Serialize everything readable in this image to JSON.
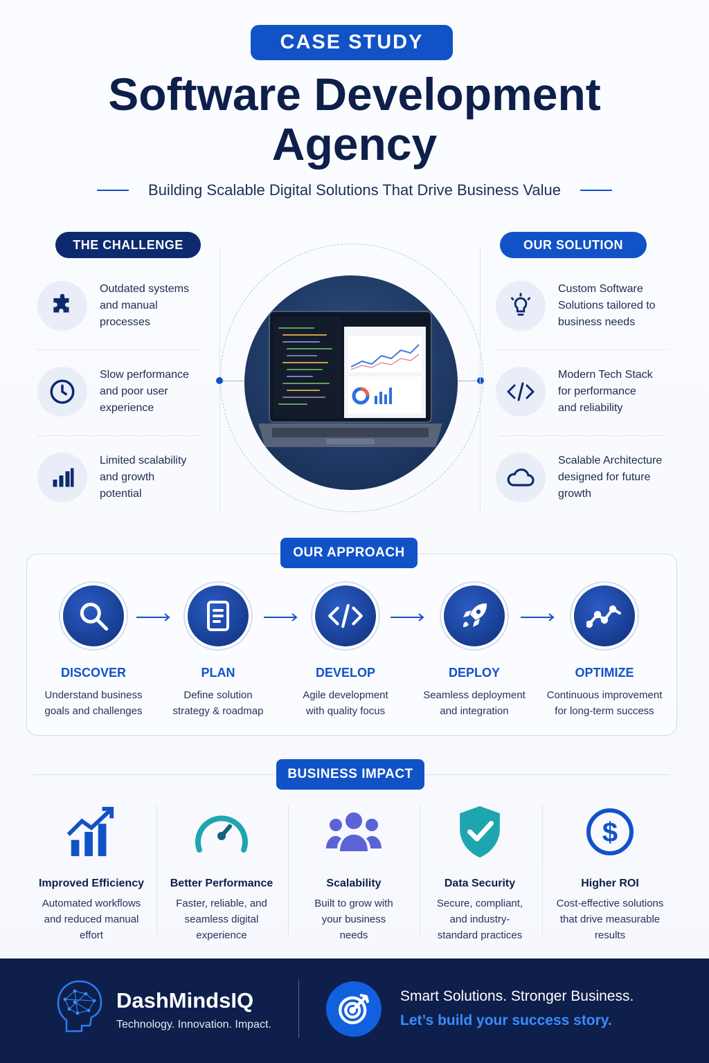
{
  "header": {
    "badge": "CASE STUDY",
    "title_line1": "Software Development",
    "title_line2": "Agency",
    "subtitle": "Building Scalable Digital Solutions That Drive Business Value"
  },
  "challenge": {
    "label": "THE CHALLENGE",
    "items": [
      {
        "line1": "Outdated systems",
        "line2": "and manual",
        "line3": "processes",
        "icon": "puzzle-icon"
      },
      {
        "line1": "Slow performance",
        "line2": "and poor user",
        "line3": "experience",
        "icon": "clock-icon"
      },
      {
        "line1": "Limited scalability",
        "line2": "and growth",
        "line3": "potential",
        "icon": "bar-chart-icon"
      }
    ]
  },
  "solution": {
    "label": "OUR SOLUTION",
    "items": [
      {
        "line1": "Custom Software",
        "line2": "Solutions tailored to",
        "line3": "business needs",
        "icon": "lightbulb-icon"
      },
      {
        "line1": "Modern Tech Stack",
        "line2": "for performance",
        "line3": "and reliability",
        "icon": "code-icon"
      },
      {
        "line1": "Scalable Architecture",
        "line2": "designed for future",
        "line3": "growth",
        "icon": "cloud-icon"
      }
    ]
  },
  "approach": {
    "label": "OUR APPROACH",
    "steps": [
      {
        "title": "DISCOVER",
        "line1": "Understand business",
        "line2": "goals and challenges",
        "icon": "search-icon"
      },
      {
        "title": "PLAN",
        "line1": "Define solution",
        "line2": "strategy & roadmap",
        "icon": "document-icon"
      },
      {
        "title": "DEVELOP",
        "line1": "Agile development",
        "line2": "with quality focus",
        "icon": "code-icon"
      },
      {
        "title": "DEPLOY",
        "line1": "Seamless deployment",
        "line2": "and integration",
        "icon": "rocket-icon"
      },
      {
        "title": "OPTIMIZE",
        "line1": "Continuous improvement",
        "line2": "for long-term success",
        "icon": "trend-line-icon"
      }
    ]
  },
  "impact": {
    "label": "BUSINESS IMPACT",
    "items": [
      {
        "title": "Improved Efficiency",
        "line1": "Automated workflows",
        "line2": "and reduced manual",
        "line3": "effort",
        "icon": "growth-chart-icon"
      },
      {
        "title": "Better Performance",
        "line1": "Faster, reliable, and",
        "line2": "seamless digital",
        "line3": "experience",
        "icon": "speedometer-icon"
      },
      {
        "title": "Scalability",
        "line1": "Built to grow with",
        "line2": "your business",
        "line3": "needs",
        "icon": "team-icon"
      },
      {
        "title": "Data Security",
        "line1": "Secure, compliant,",
        "line2": "and industry-",
        "line3": "standard practices",
        "icon": "shield-check-icon"
      },
      {
        "title": "Higher ROI",
        "line1": "Cost-effective solutions",
        "line2": "that drive measurable",
        "line3": "results",
        "icon": "dollar-icon"
      }
    ]
  },
  "footer": {
    "brand": "DashMindsIQ",
    "tagline": "Technology. Innovation. Impact.",
    "slogan1": "Smart Solutions. Stronger Business.",
    "slogan2": "Let’s build your success story."
  },
  "colors": {
    "navy": "#0d1f4a",
    "primary_blue": "#1152c7",
    "accent_blue": "#3b8cff",
    "teal": "#1fa5b0",
    "purple": "#5b63d6"
  }
}
